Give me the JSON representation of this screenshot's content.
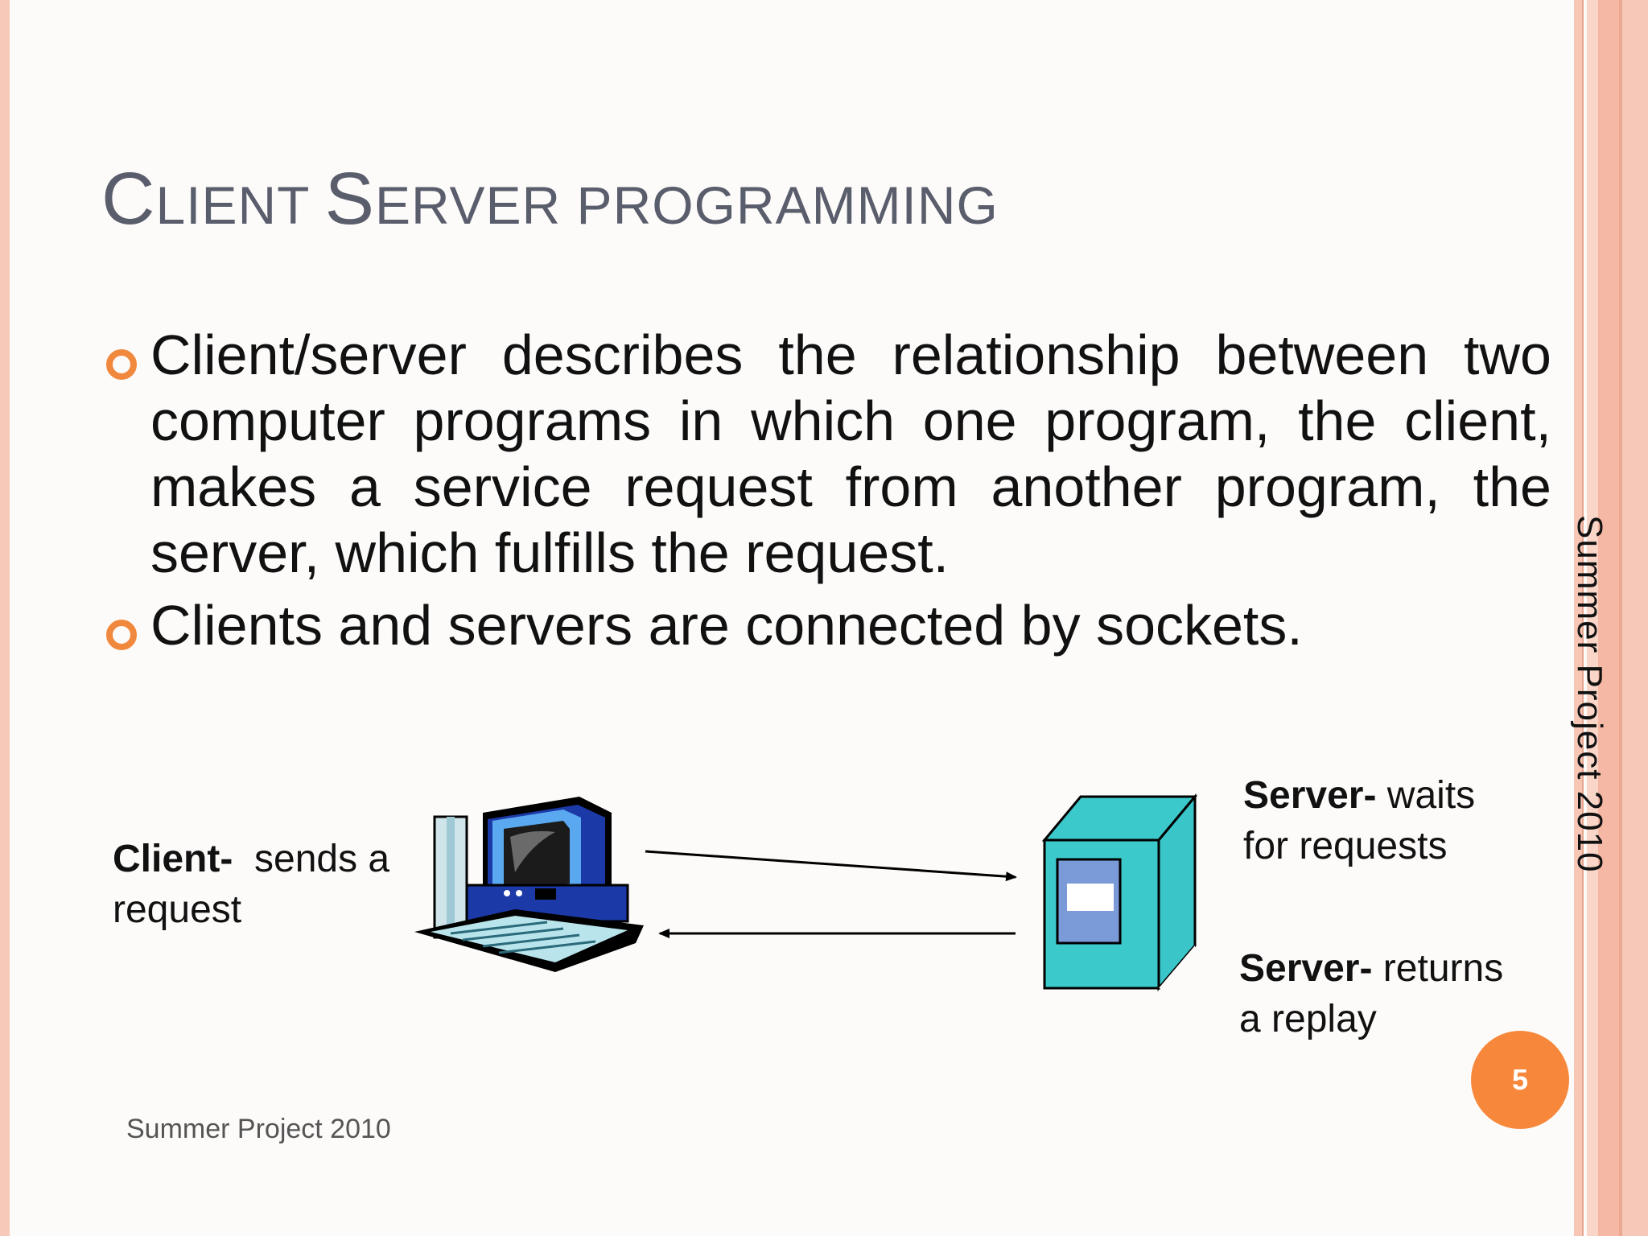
{
  "slide": {
    "title_first_cap": "C",
    "title_part1": "lient ",
    "title_second_cap": "S",
    "title_part2": "erver programming",
    "bullets": [
      "Client/server describes the relationship between two computer programs in which one program, the client, makes a service request from another program, the server, which fulfills the request.",
      "Clients and servers are connected by sockets."
    ]
  },
  "diagram": {
    "client_bold": "Client-",
    "client_text_line1": "sends a",
    "client_text_line2": "request",
    "server_wait_bold": "Server-",
    "server_wait_line1": "waits",
    "server_wait_line2": "for requests",
    "server_reply_bold": "Server-",
    "server_reply_line1": "returns",
    "server_reply_line2": "a replay",
    "icons": [
      "computer-icon",
      "server-icon",
      "request-arrow",
      "reply-arrow"
    ]
  },
  "footer": {
    "vertical_text": "Summer Project 2010",
    "bottom_text": "Summer Project 2010",
    "page_number": "5"
  },
  "colors": {
    "accent": "#f7883b",
    "title": "#5a5e6c",
    "stripe": "#f4b8a4",
    "server": "#3cc9cc",
    "monitor": "#1c39a8"
  }
}
